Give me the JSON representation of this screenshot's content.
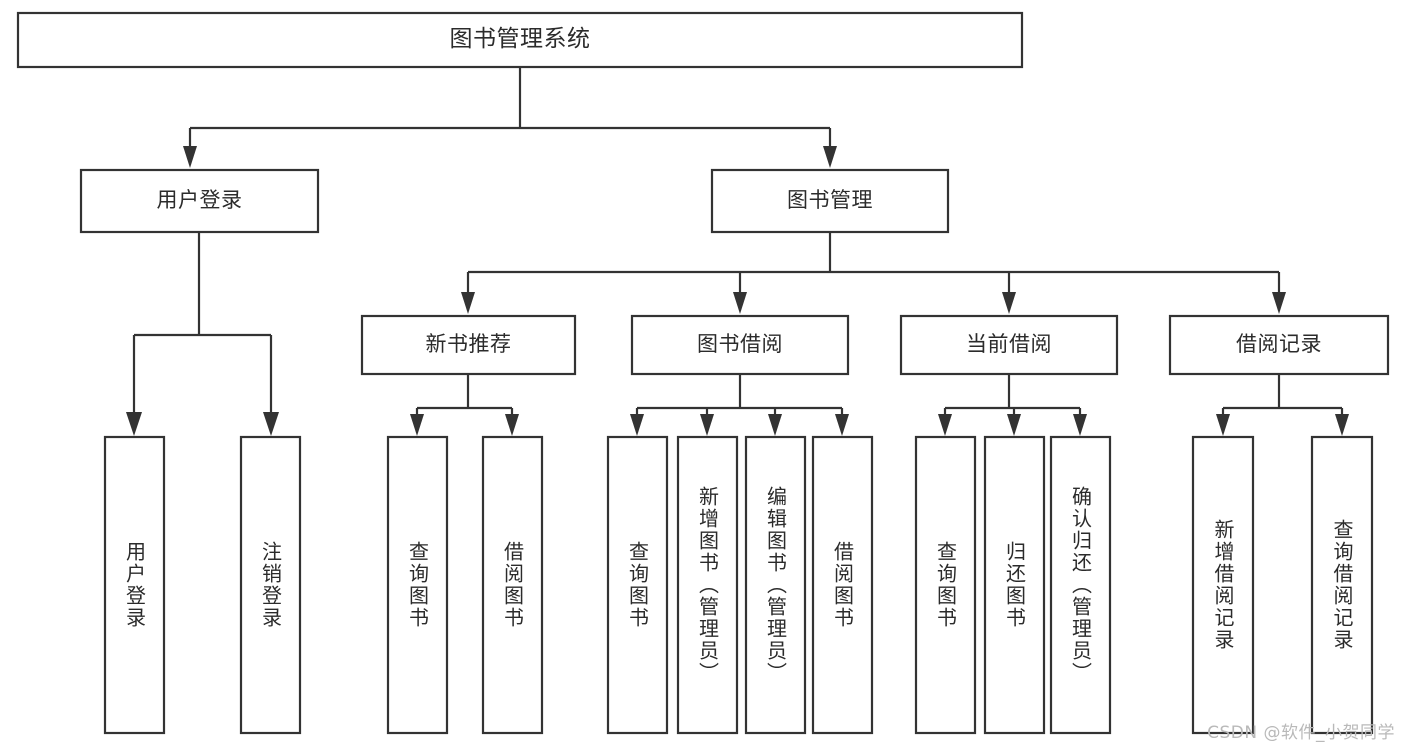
{
  "diagram": {
    "type": "hierarchy-tree",
    "title": "图书管理系统",
    "orientation": "top-down",
    "watermark": "CSDN @软件_小贺同学",
    "colors": {
      "box_stroke": "#333333",
      "box_fill": "#ffffff",
      "text": "#2b2b2b",
      "connector": "#333333",
      "watermark": "#b9b9b9",
      "background": "#ffffff"
    },
    "nodes": {
      "root": {
        "label": "图书管理系统"
      },
      "level2": [
        {
          "id": "user-login",
          "label": "用户登录"
        },
        {
          "id": "book-manage",
          "label": "图书管理"
        }
      ],
      "level3": [
        {
          "id": "new-book-rec",
          "label": "新书推荐"
        },
        {
          "id": "book-borrow",
          "label": "图书借阅"
        },
        {
          "id": "current-borrow",
          "label": "当前借阅"
        },
        {
          "id": "borrow-record",
          "label": "借阅记录"
        }
      ],
      "leaves": {
        "user_login": [
          {
            "id": "leaf-user-login",
            "label": "用户登录"
          },
          {
            "id": "leaf-logout",
            "label": "注销登录"
          }
        ],
        "new_book_rec": [
          {
            "id": "leaf-query-book-1",
            "label": "查询图书"
          },
          {
            "id": "leaf-borrow-book-1",
            "label": "借阅图书"
          }
        ],
        "book_borrow": [
          {
            "id": "leaf-query-book-2",
            "label": "查询图书"
          },
          {
            "id": "leaf-add-book",
            "label": "新增图书（管理员）"
          },
          {
            "id": "leaf-edit-book",
            "label": "编辑图书（管理员）"
          },
          {
            "id": "leaf-borrow-book-2",
            "label": "借阅图书"
          }
        ],
        "current_borrow": [
          {
            "id": "leaf-query-book-3",
            "label": "查询图书"
          },
          {
            "id": "leaf-return-book",
            "label": "归还图书"
          },
          {
            "id": "leaf-confirm-return",
            "label": "确认归还（管理员）"
          }
        ],
        "borrow_record": [
          {
            "id": "leaf-add-record",
            "label": "新增借阅记录"
          },
          {
            "id": "leaf-query-record",
            "label": "查询借阅记录"
          }
        ]
      }
    }
  }
}
